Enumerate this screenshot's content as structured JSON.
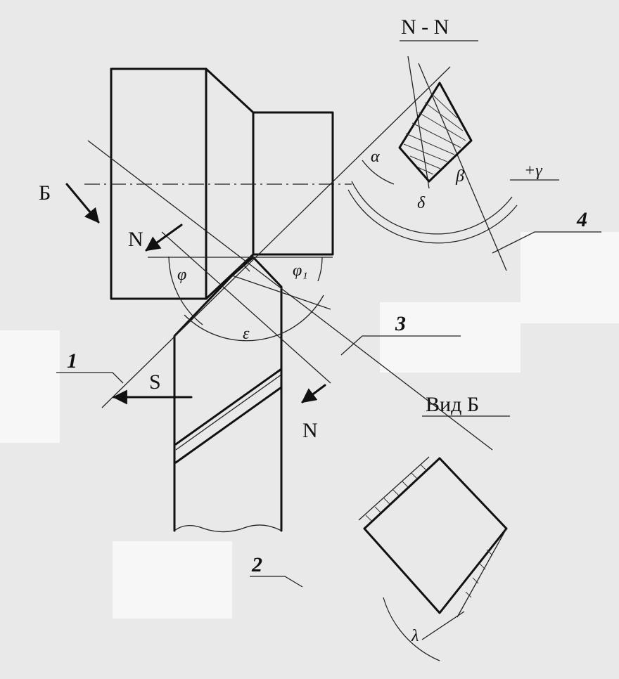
{
  "labels": {
    "section_title": "N - N",
    "view_label": "Вид Б",
    "view_marker": "Б",
    "section_marker_top": "N",
    "section_marker_bottom": "N",
    "feed": "S",
    "callout_1": "1",
    "callout_2": "2",
    "callout_3": "3",
    "callout_4": "4",
    "angle_phi": "φ",
    "angle_phi1": "φ₁",
    "angle_epsilon": "ε",
    "angle_alpha": "α",
    "angle_beta": "β",
    "angle_delta": "δ",
    "angle_gamma": "+γ",
    "angle_lambda": "λ"
  }
}
